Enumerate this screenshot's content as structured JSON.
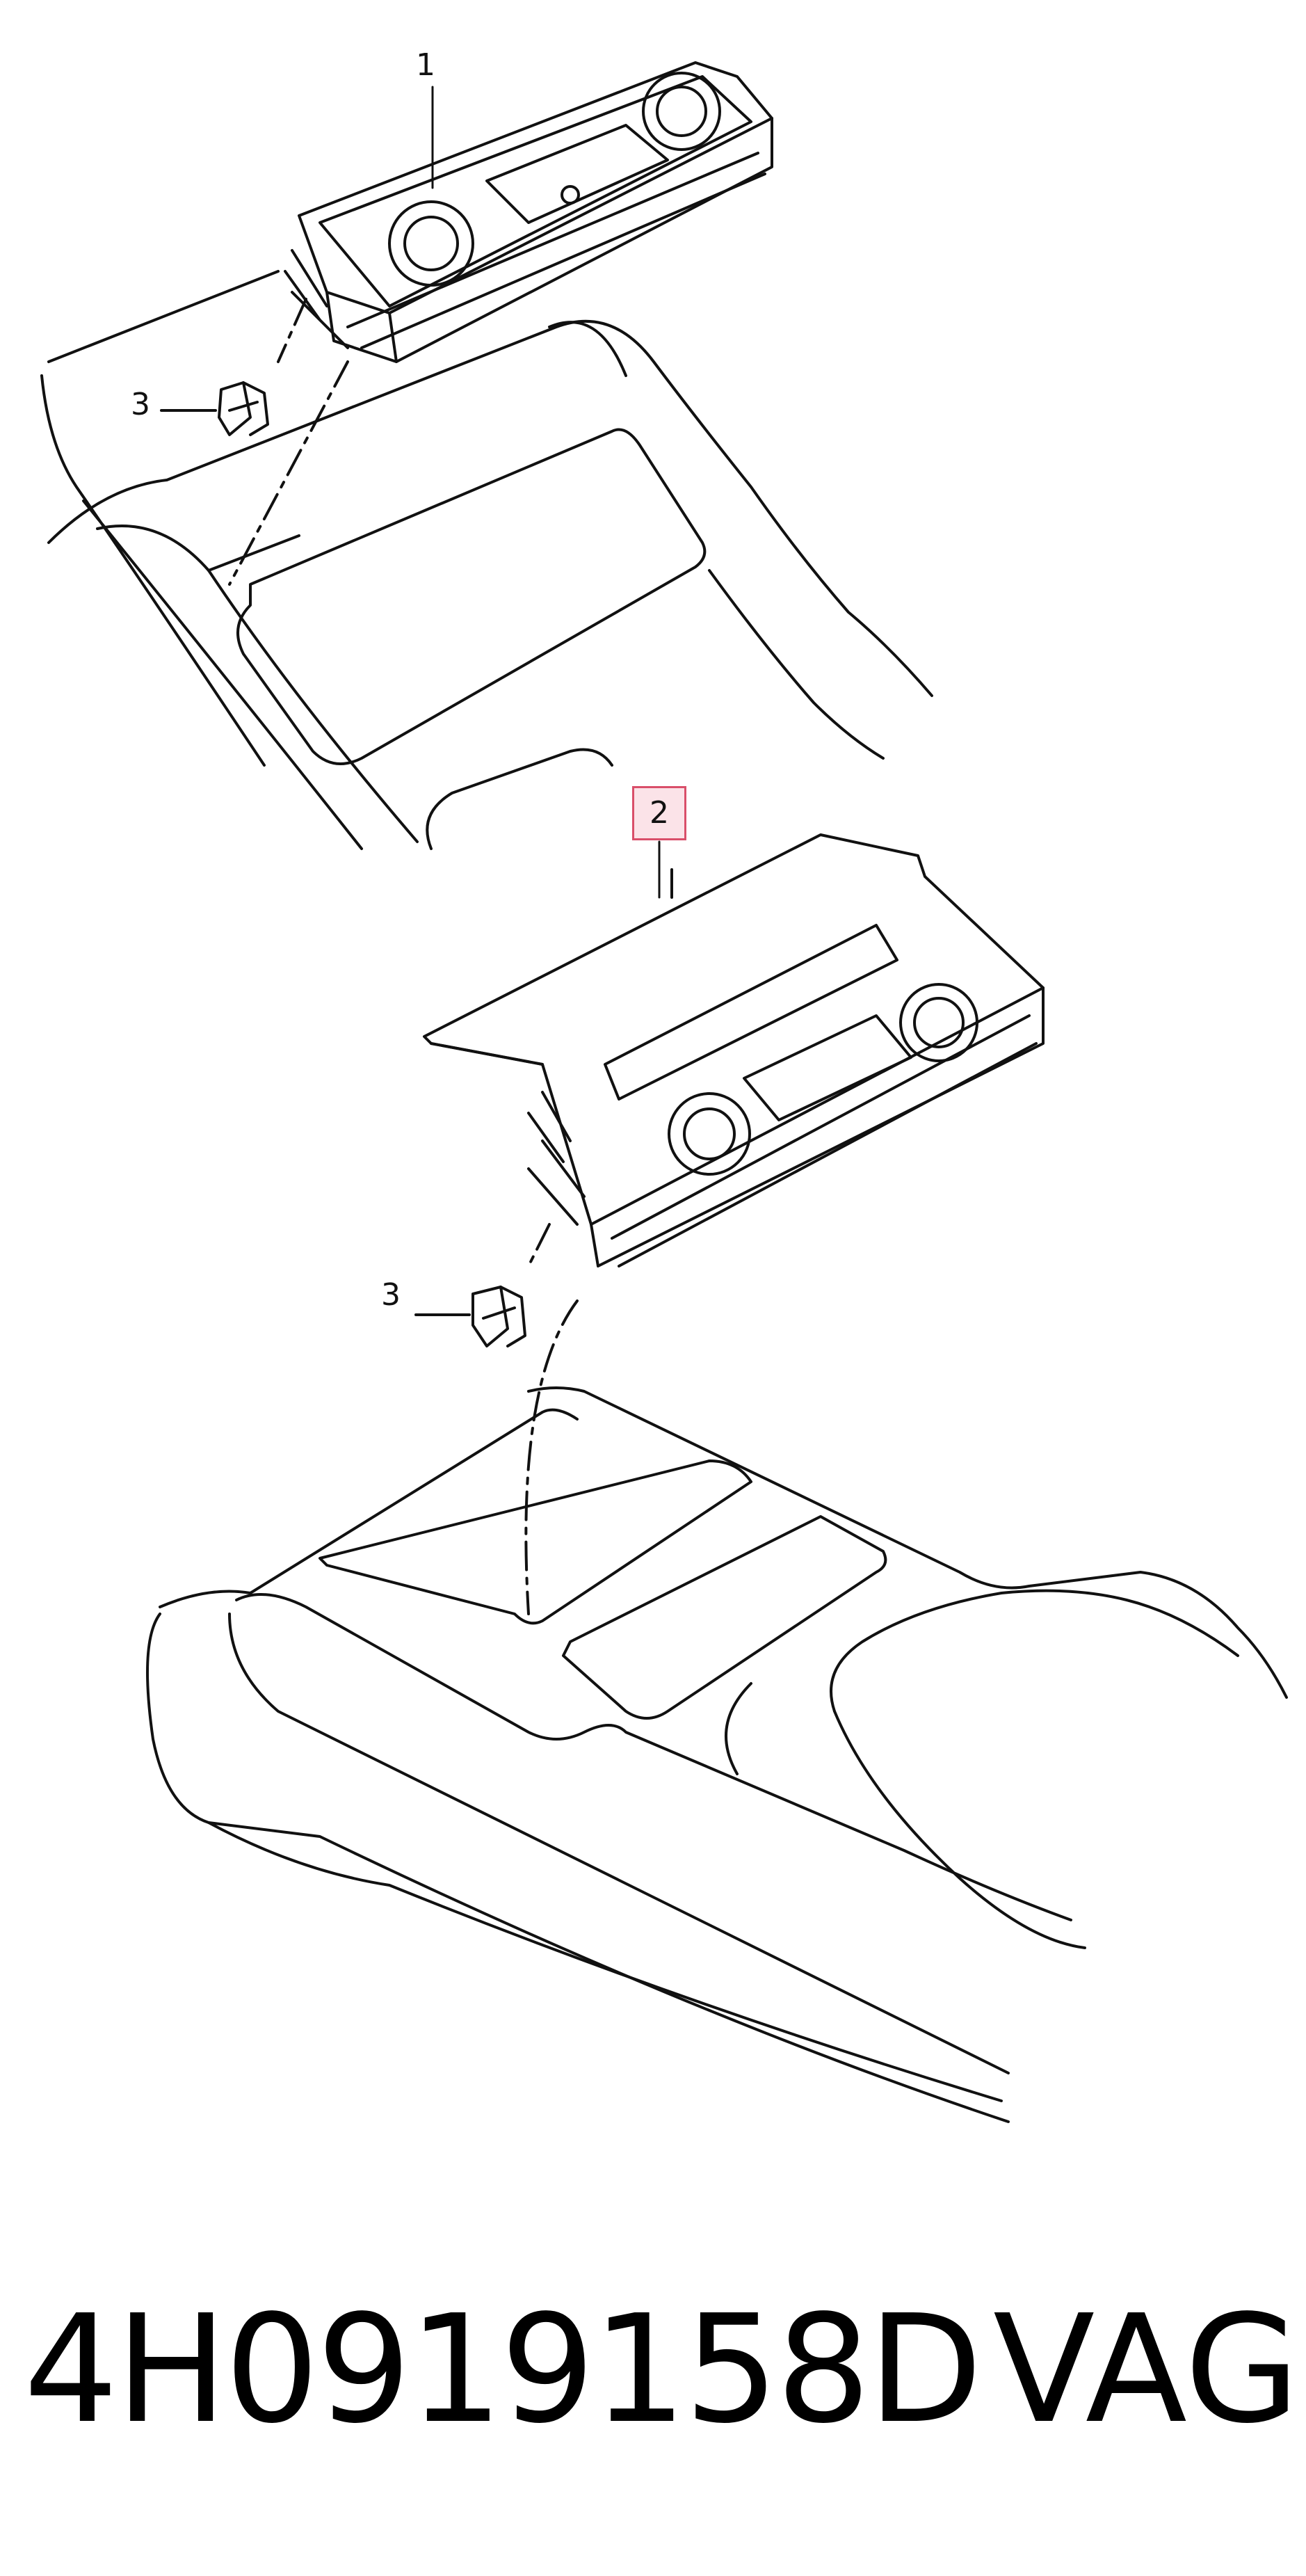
{
  "callouts": {
    "c1": "1",
    "c2": "2",
    "c3a": "3",
    "c3b": "3"
  },
  "footer": {
    "part_number": "4H0919158D",
    "brand": "VAG"
  },
  "colors": {
    "line": "#111111",
    "highlight_border": "#d94f6a",
    "highlight_fill": "#fbe3e8"
  }
}
